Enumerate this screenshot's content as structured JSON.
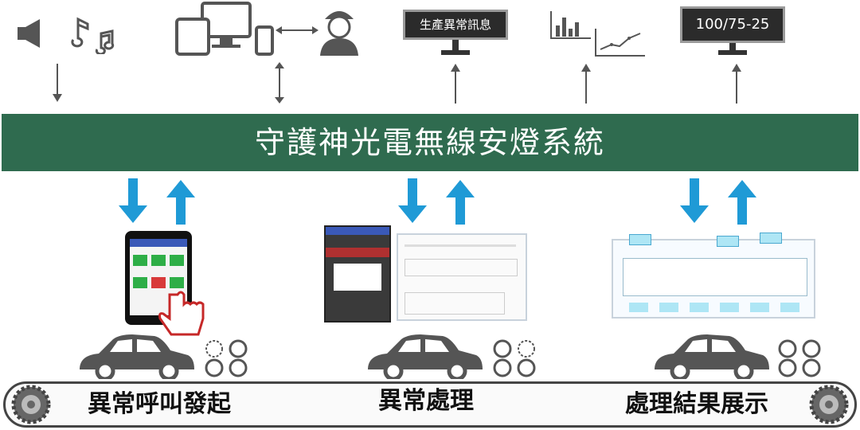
{
  "banner": {
    "title": "守護神光電無線安燈系統"
  },
  "monitors": {
    "production": "生產異常訊息",
    "counter": "100/75-25"
  },
  "stages": [
    {
      "label": "異常呼叫發起"
    },
    {
      "label": "異常處理"
    },
    {
      "label": "處理結果展示"
    }
  ],
  "colors": {
    "banner": "#2f6b4f",
    "arrow_blue": "#1f9ad6",
    "car": "#555555"
  },
  "icons": [
    "speaker-icon",
    "music-note-icon",
    "tablet-icon",
    "desktop-icon",
    "phone-icon",
    "worker-icon",
    "bar-chart-icon",
    "line-chart-icon",
    "tablet-touch-icon",
    "car-icon",
    "gear-icon"
  ]
}
